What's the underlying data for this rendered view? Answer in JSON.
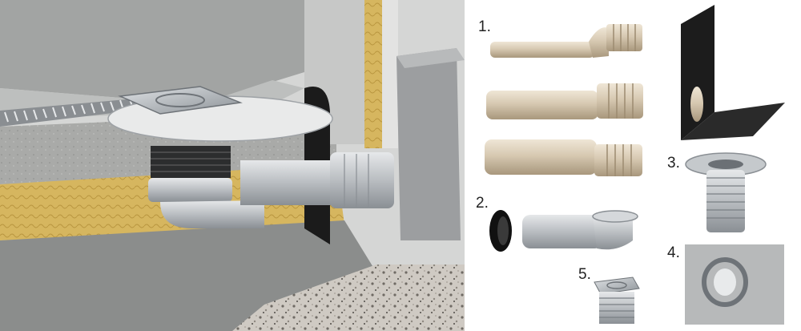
{
  "labels": {
    "l1": "1.",
    "l2": "2.",
    "l3": "3.",
    "l4": "4.",
    "l5": "5."
  },
  "colors": {
    "pipe_beige": "#d9cdb8",
    "membrane_black": "#1b1b1b",
    "insulation_yellow": "#d4b25a",
    "drain_grey": "#a9adb2"
  }
}
